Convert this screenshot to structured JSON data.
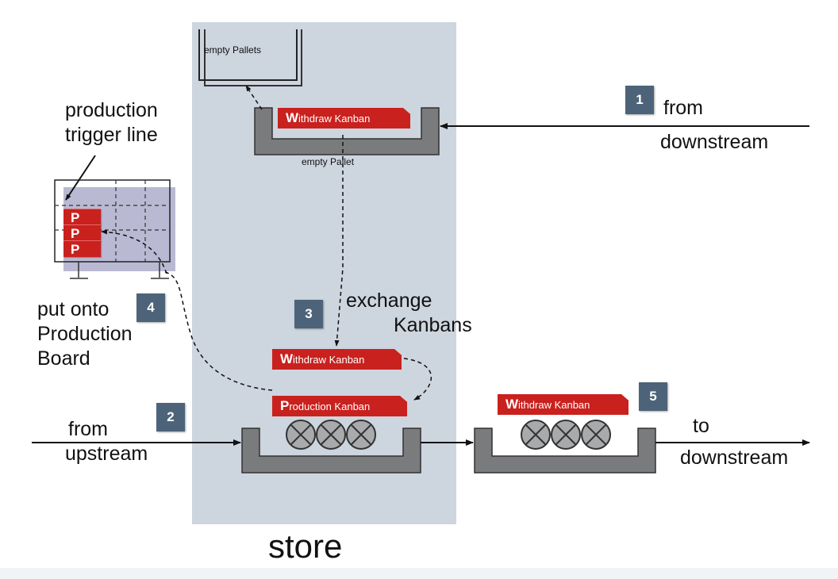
{
  "labels": {
    "empty_pallets": "empty Pallets",
    "empty_pallet": "empty Pallet",
    "production_trigger_line": [
      "production",
      "trigger line"
    ],
    "from_downstream": [
      "from",
      "downstream"
    ],
    "put_onto_production_board": [
      "put onto",
      "Production",
      "Board"
    ],
    "exchange_kanbans": [
      "exchange",
      "Kanbans"
    ],
    "from_upstream": [
      "from",
      "upstream"
    ],
    "to_downstream": [
      "to",
      "downstream"
    ],
    "store": "store"
  },
  "steps": [
    "1",
    "2",
    "3",
    "4",
    "5"
  ],
  "kanbans": {
    "top_withdraw": {
      "cap": "W",
      "rest": "ithdraw Kanban"
    },
    "middle_withdraw": {
      "cap": "W",
      "rest": "ithdraw Kanban"
    },
    "production": {
      "cap": "P",
      "rest": "roduction Kanban"
    },
    "right_withdraw": {
      "cap": "W",
      "rest": "ithdraw Kanban"
    }
  },
  "board_tags": [
    "P",
    "P",
    "P"
  ],
  "colors": {
    "store_zone": "#cdd5df",
    "kanban_red": "#c9211e",
    "step_badge": "#4d6379",
    "container_gray": "#7a7b7d",
    "board_fill": "#b9b9d3"
  }
}
